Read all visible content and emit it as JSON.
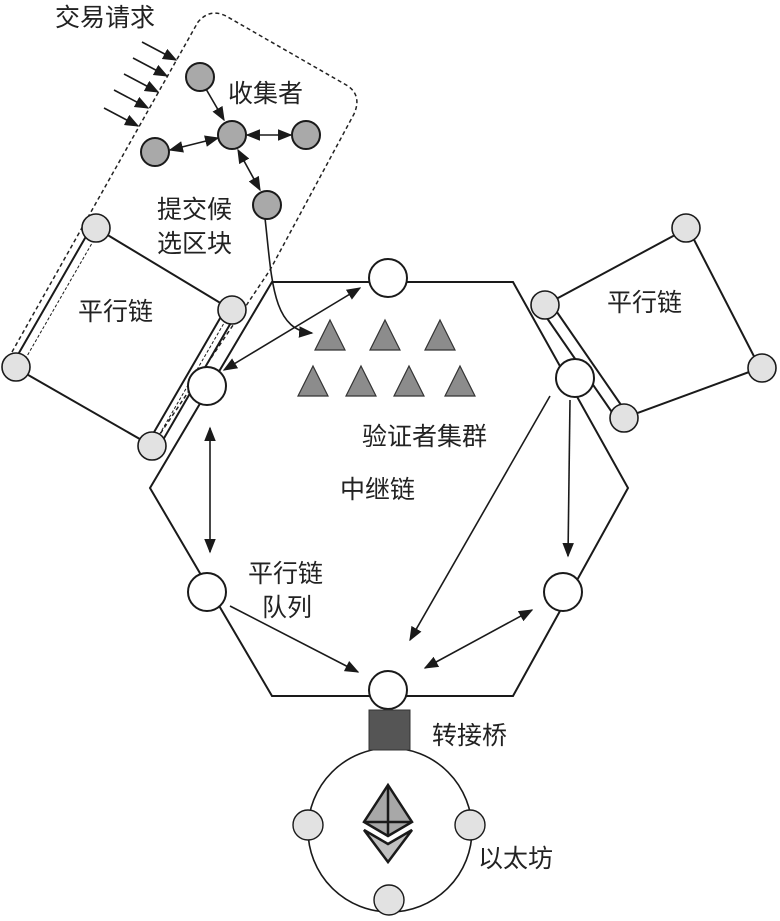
{
  "labels": {
    "transaction_requests": "交易请求",
    "collators": "收集者",
    "submit_candidate_1": "提交候",
    "submit_candidate_2": "选区块",
    "parachain_left": "平行链",
    "parachain_right": "平行链",
    "validator_pool": "验证者集群",
    "relay_chain": "中继链",
    "parachain_queue_1": "平行链",
    "parachain_queue_2": "队列",
    "bridge": "转接桥",
    "ethereum": "以太坊"
  },
  "colors": {
    "collator_fill": "#a9a9a9",
    "parachain_node_fill": "#e2e2e2",
    "relay_node_fill": "#ffffff",
    "validator_fill": "#8c8c8c",
    "bridge_fill": "#555555",
    "line": "#1a1a1a"
  },
  "icons": {
    "ethereum": "ethereum-logo-icon"
  }
}
